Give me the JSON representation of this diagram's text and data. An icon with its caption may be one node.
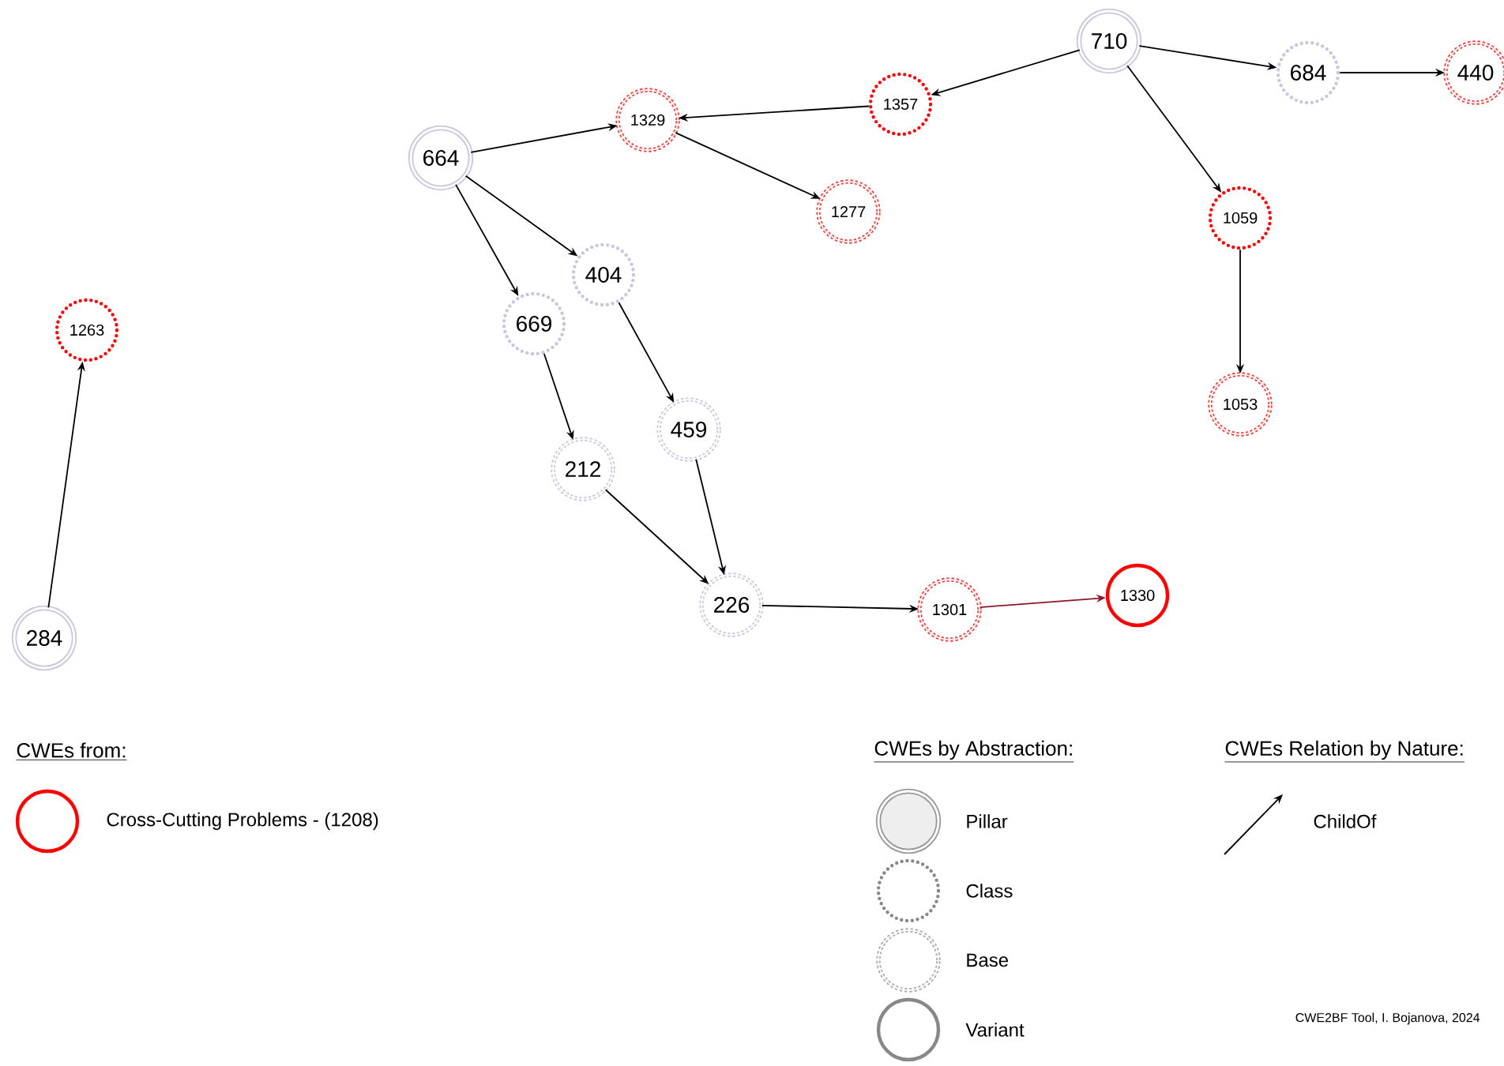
{
  "diagram": {
    "nodes": [
      {
        "text": [
          "664"
        ]
      },
      {
        "text": [
          "1329"
        ]
      },
      {
        "text": [
          "1357"
        ]
      },
      {
        "text": [
          "1277"
        ]
      },
      {
        "text": [
          "710"
        ]
      },
      {
        "text": [
          "684"
        ]
      },
      {
        "text": [
          "440"
        ]
      },
      {
        "text": [
          "1059"
        ]
      },
      {
        "text": [
          "1053"
        ]
      },
      {
        "text": [
          "1263"
        ]
      },
      {
        "text": [
          "284"
        ]
      },
      {
        "text": [
          "404"
        ]
      },
      {
        "text": [
          "669"
        ]
      },
      {
        "text": [
          "459"
        ]
      },
      {
        "text": [
          "212"
        ]
      },
      {
        "text": [
          "226"
        ]
      },
      {
        "text": [
          "1301"
        ]
      },
      {
        "text": [
          "1330"
        ]
      }
    ],
    "edges": [
      {
        "from": 0,
        "to": 1,
        "arrow": "to"
      },
      {
        "from": 2,
        "to": 1,
        "arrow": "to"
      },
      {
        "from": 1,
        "to": 3,
        "arrow": "to"
      },
      {
        "from": 4,
        "to": 2,
        "arrow": "to"
      },
      {
        "from": 4,
        "to": 5,
        "arrow": "to"
      },
      {
        "from": 5,
        "to": 6,
        "arrow": "to"
      },
      {
        "from": 4,
        "to": 7,
        "arrow": "to"
      },
      {
        "from": 7,
        "to": 8,
        "arrow": "to"
      },
      {
        "from": 10,
        "to": 9,
        "arrow": "to"
      },
      {
        "from": 0,
        "to": 11,
        "arrow": "to"
      },
      {
        "from": 0,
        "to": 12,
        "arrow": "to"
      },
      {
        "from": 12,
        "to": 14,
        "arrow": "to"
      },
      {
        "from": 11,
        "to": 13,
        "arrow": "to"
      },
      {
        "from": 14,
        "to": 15,
        "arrow": "to"
      },
      {
        "from": 13,
        "to": 15,
        "arrow": "to"
      },
      {
        "from": 15,
        "to": 16,
        "arrow": "to"
      },
      {
        "from": 16,
        "to": 17,
        "arrow": "to",
        "color": "#8b1a2b"
      }
    ],
    "labels": [
      "CWEs from:",
      "CWEs by Abstraction:",
      "CWEs Relation by Nature:",
      "CWE2BF Tool,  I. Bojanova, 2024"
    ],
    "legend": [
      {
        "text": "Cross-Cutting Problems - (1208)"
      },
      {
        "text": "Pillar"
      },
      {
        "text": "Class"
      },
      {
        "text": "Base"
      },
      {
        "text": "Variant"
      },
      {
        "text": "ChildOf"
      }
    ]
  }
}
